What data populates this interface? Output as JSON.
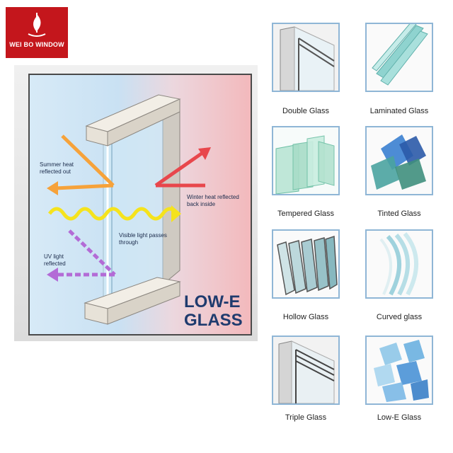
{
  "logo": {
    "brand": "WEI BO WINDOW",
    "color": "#c4161c"
  },
  "diagram": {
    "title_line1": "LOW-E",
    "title_line2": "GLASS",
    "labels": {
      "summer": "Summer heat reflected out",
      "winter": "Winter heat reflected back inside",
      "visible": "Visible light passes through",
      "uv": "UV light reflected"
    },
    "colors": {
      "summer": "#f6a23a",
      "winter": "#e8474c",
      "visible": "#f5e31d",
      "uv": "#b36bd6"
    }
  },
  "products": [
    {
      "label": "Double Glass",
      "icon": "double-glass-image"
    },
    {
      "label": "Laminated Glass",
      "icon": "laminated-glass-image"
    },
    {
      "label": "Tempered Glass",
      "icon": "tempered-glass-image"
    },
    {
      "label": "Tinted Glass",
      "icon": "tinted-glass-image"
    },
    {
      "label": "Hollow Glass",
      "icon": "hollow-glass-image"
    },
    {
      "label": "Curved glass",
      "icon": "curved-glass-image"
    },
    {
      "label": "Triple Glass",
      "icon": "triple-glass-image"
    },
    {
      "label": "Low-E Glass",
      "icon": "low-e-glass-image"
    }
  ]
}
